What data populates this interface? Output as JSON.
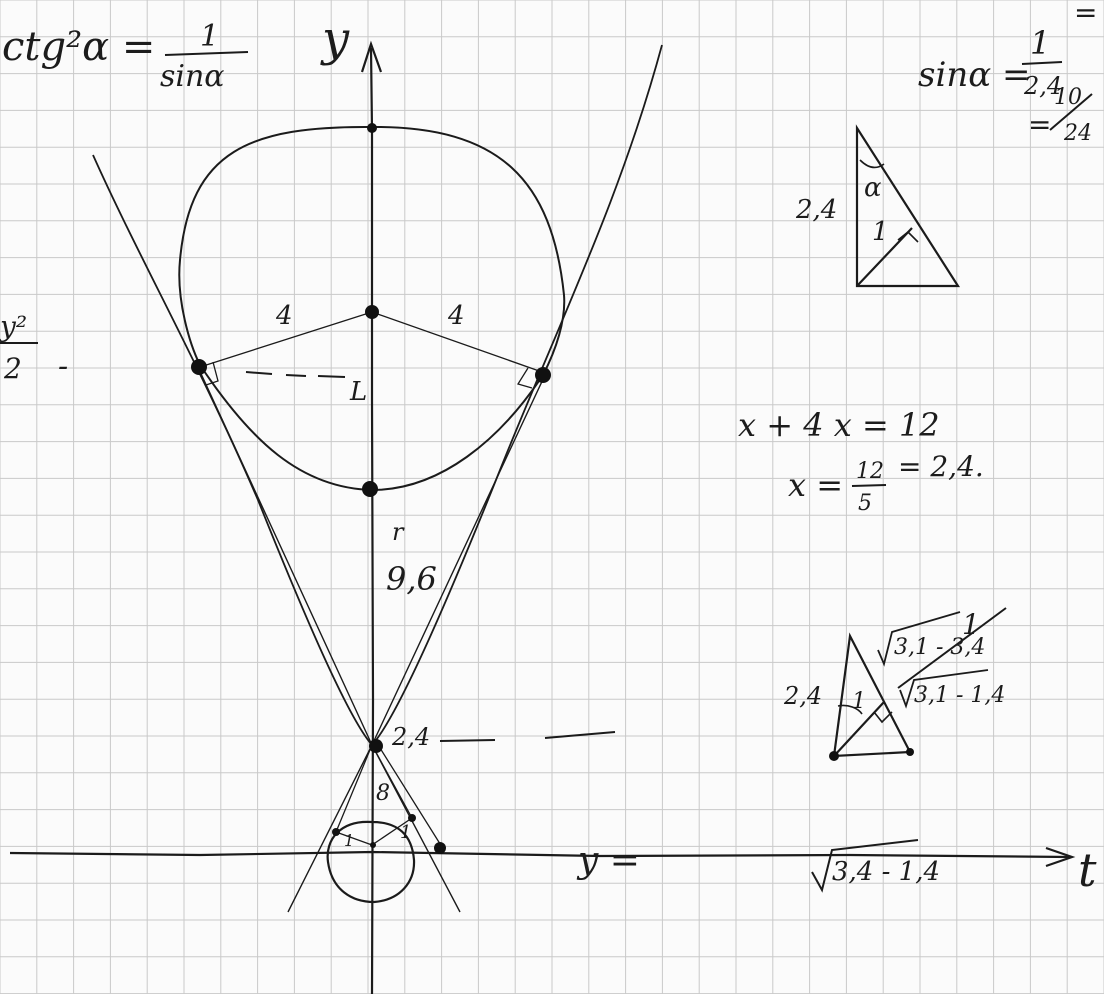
{
  "notebook": {
    "colors": {
      "paper": "#fbfbfb",
      "grid": "#c9c9c9",
      "ink": "#1b1b1b"
    }
  },
  "axes": {
    "y_label": "y",
    "x_label": "t"
  },
  "notes": {
    "top_left": {
      "lhs": "ctg²α =",
      "num": "1",
      "den": "sinα"
    },
    "top_right": {
      "lhs": "sinα =",
      "num": "1",
      "den": "2,4",
      "eq": "=",
      "eq2": "=",
      "num2": "10",
      "den2": "24"
    },
    "left_edge": {
      "a": "y²",
      "b": "2",
      "c": "-"
    },
    "equation_1": "x + 4 x = 12",
    "equation_2_lhs": "x =",
    "equation_2_num": "12",
    "equation_2_den": "5",
    "equation_2_rhs": "= 2,4.",
    "bottom": {
      "lhs": "y =",
      "root": "3,4 - 1,4"
    }
  },
  "figure": {
    "big_radius_left": "4",
    "big_radius_right": "4",
    "right_angle_mark": "L",
    "r_label": "r",
    "distance": "9,6",
    "apex_label": "2,4",
    "small_gap": "8",
    "small_r_left": "1",
    "small_r_right": "1"
  },
  "triangle_top": {
    "side": "2,4",
    "angle": "α",
    "leg": "1"
  },
  "triangle_bottom": {
    "side": "2,4",
    "leg": "1",
    "root_1": "3,1 - 3,4",
    "root_2": "3,1 - 1,4",
    "one": "1"
  }
}
